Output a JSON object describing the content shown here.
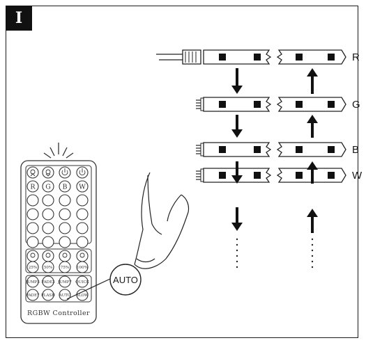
{
  "figure": {
    "badge": "I",
    "channel_labels": [
      "R",
      "G",
      "B",
      "W"
    ],
    "remote": {
      "color_keys": [
        "R",
        "G",
        "B",
        "W"
      ],
      "percent_keys": [
        "25%",
        "50%",
        "75%",
        "100%"
      ],
      "mode_row1": [
        "JUMP3",
        "FADE3",
        "JUMP7",
        "QUICK"
      ],
      "mode_row2": [
        "FADE7",
        "FLASH",
        "AUTO",
        "SLOW"
      ],
      "caption": "RGBW Controller"
    },
    "callout": "AUTO"
  }
}
